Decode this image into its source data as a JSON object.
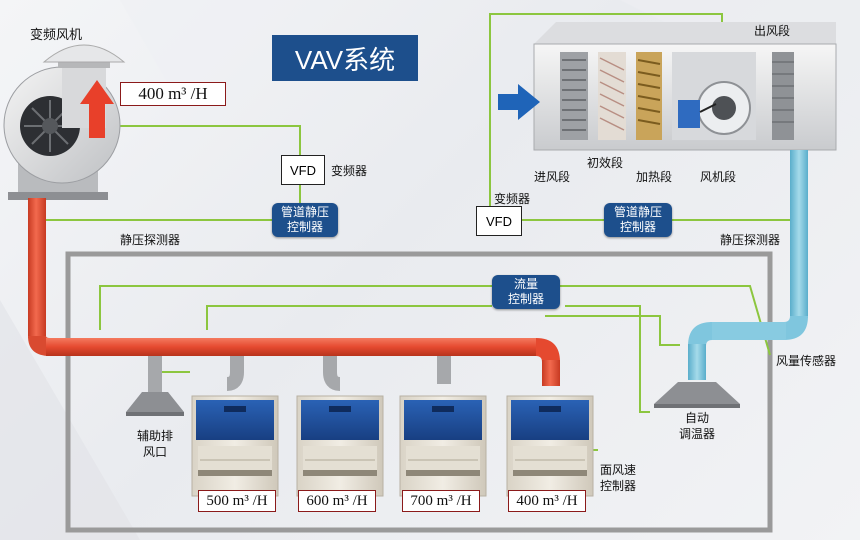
{
  "title": "VAV系统",
  "labels": {
    "exhaust_fan": "变频风机",
    "fan_flow": "400 m³ /H",
    "vfd": "VFD",
    "inverter_left": "变频器",
    "inverter_right": "变频器",
    "pressure_sensor_left": "静压探测器",
    "pressure_sensor_right": "静压探测器",
    "duct_controller_line1": "管道静压",
    "duct_controller_line2": "控制器",
    "flow_controller_line1": "流量",
    "flow_controller_line2": "控制器",
    "outlet_section": "出风段",
    "inlet_section": "进风段",
    "primary_filter": "初效段",
    "heating_section": "加热段",
    "fan_section": "风机段",
    "airflow_sensor": "风量传感器",
    "auto_thermostat_line1": "自动",
    "auto_thermostat_line2": "调温器",
    "aux_exhaust_line1": "辅助排",
    "aux_exhaust_line2": "风口",
    "face_velocity_line1": "面风速",
    "face_velocity_line2": "控制器"
  },
  "fume_hoods": [
    {
      "flow": "500 m³ /H"
    },
    {
      "flow": "600 m³ /H"
    },
    {
      "flow": "700 m³ /H"
    },
    {
      "flow": "400 m³ /H"
    }
  ],
  "colors": {
    "controller_blue": "#1d4f8c",
    "exhaust_duct": "#ee5a3e",
    "supply_duct": "#7fc6de",
    "signal_line": "#8cc63f",
    "hood_sash": "#1e56a6"
  }
}
